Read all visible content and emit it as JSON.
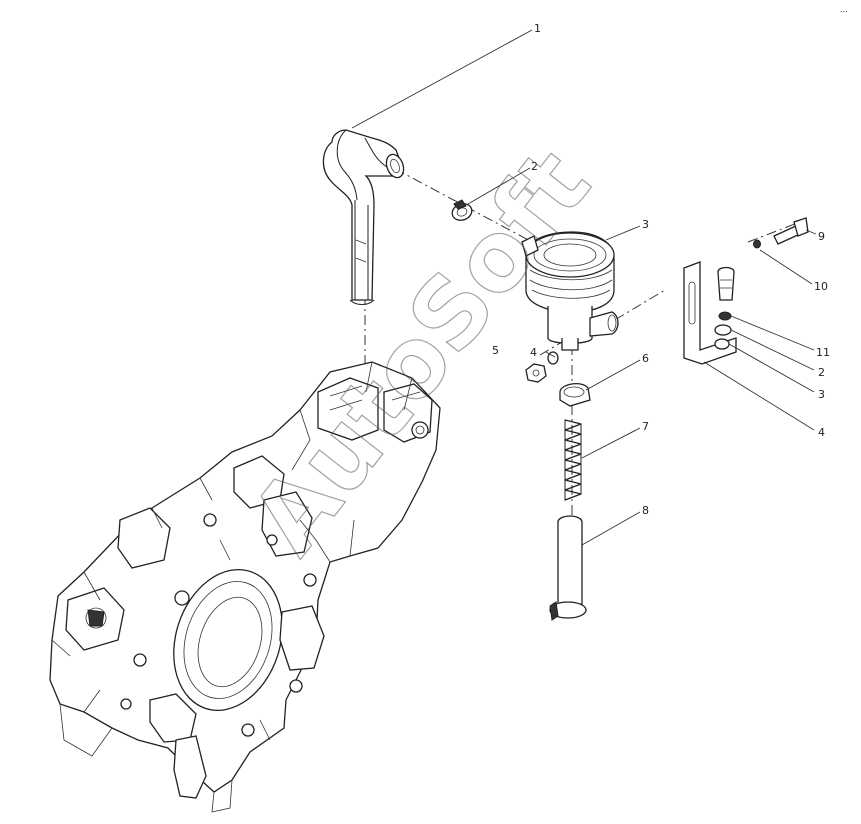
{
  "callouts": {
    "c1": "1",
    "c2_hose_clamp": "2",
    "c3_filter": "3",
    "c4_nut": "4",
    "c5": "5",
    "c6": "6",
    "c7": "7",
    "c8": "8",
    "c9": "9",
    "c10": "10",
    "c11": "11",
    "c2_bracket": "2",
    "c3_bracket": "3",
    "c4_bracket": "4"
  },
  "watermark": {
    "text": "AutoSoft",
    "color": "#555555"
  },
  "corner_mark": "..."
}
